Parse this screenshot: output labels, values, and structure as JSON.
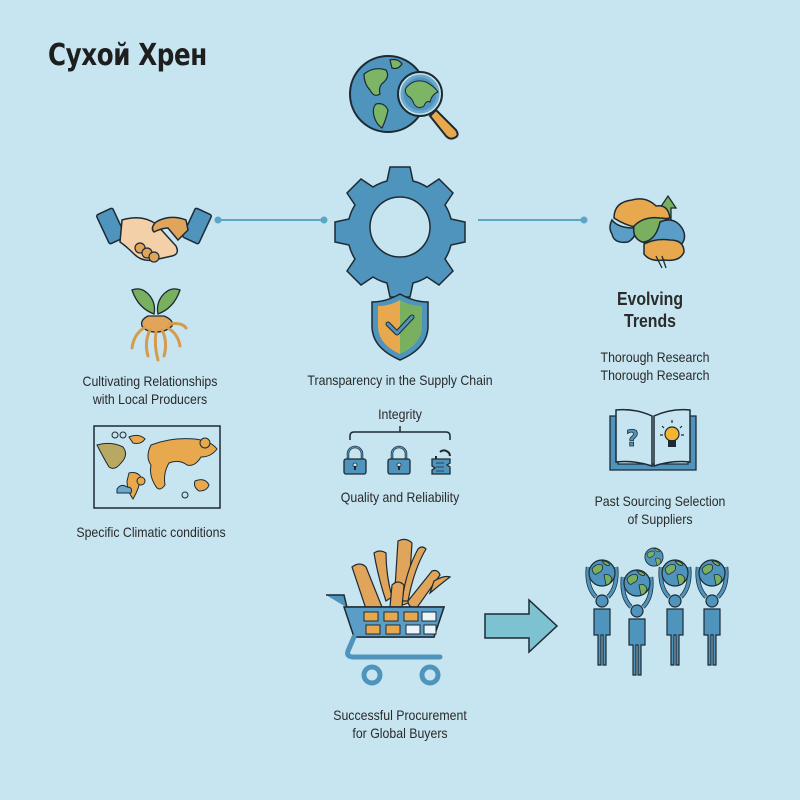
{
  "title": "Сухой Хрен",
  "colors": {
    "background": "#c6e5f0",
    "primary_blue": "#4e94bd",
    "connector": "#5aa6c4",
    "orange": "#e8a94e",
    "green": "#78b060",
    "teal_arrow": "#7cc2d0",
    "outline": "#1e2a33"
  },
  "nodes": {
    "globe_search": {
      "icon": "globe-magnifier-icon"
    },
    "gear": {
      "icon": "gear-icon"
    },
    "handshake": {
      "icon": "handshake-icon"
    },
    "brain": {
      "icon": "brain-growth-icon"
    },
    "evolving_trends": {
      "label_line1": "Evolving",
      "label_line2": "Trends"
    },
    "research": {
      "line1": "Thorough Research",
      "line2": "Thorough Research"
    },
    "root": {
      "icon": "horseradish-root-icon",
      "line1": "Cultivating Relationships",
      "line2": "with Local Producers"
    },
    "shield": {
      "icon": "shield-check-icon",
      "label": "Transparency in the Supply Chain"
    },
    "integrity": {
      "label": "Integrity",
      "icons": [
        "padlock-closed-icon",
        "padlock-closed-icon",
        "padlock-broken-icon"
      ],
      "sub_label": "Quality and Reliability"
    },
    "book": {
      "icon": "open-book-question-bulb-icon",
      "line1": "Past Sourcing Selection",
      "line2": "of Suppliers"
    },
    "map": {
      "icon": "world-climate-map-icon",
      "label": "Specific Climatic conditions"
    },
    "cart": {
      "icon": "shopping-cart-horseradish-icon",
      "line1": "Successful Procurement",
      "line2": "for Global Buyers"
    },
    "arrow": {
      "icon": "right-arrow-icon"
    },
    "people": {
      "icon": "people-holding-globes-icon"
    }
  }
}
